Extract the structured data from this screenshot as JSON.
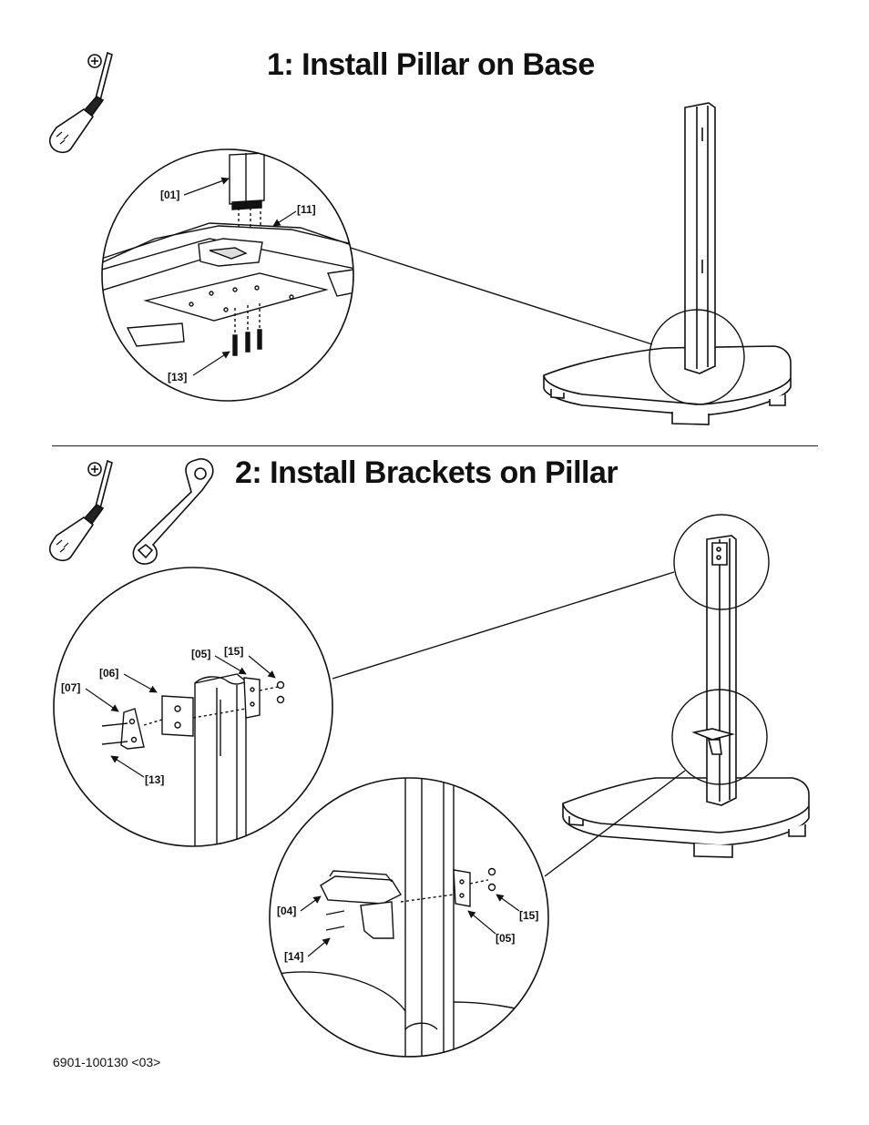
{
  "step1": {
    "title": "1: Install Pillar on Base",
    "callouts": {
      "pillar": "[01]",
      "base": "[11]",
      "screws": "[13]"
    },
    "tools": [
      "phillips-screwdriver"
    ]
  },
  "step2": {
    "title": "2: Install Brackets on Pillar",
    "callouts_top": {
      "c07": "[07]",
      "c06": "[06]",
      "c05": "[05]",
      "c15": "[15]",
      "c13": "[13]"
    },
    "callouts_bottom": {
      "c04": "[04]",
      "c14": "[14]",
      "c15": "[15]",
      "c05": "[05]"
    },
    "tools": [
      "phillips-screwdriver",
      "wrench"
    ]
  },
  "footer": {
    "part_number": "6901-100130 <03>"
  }
}
